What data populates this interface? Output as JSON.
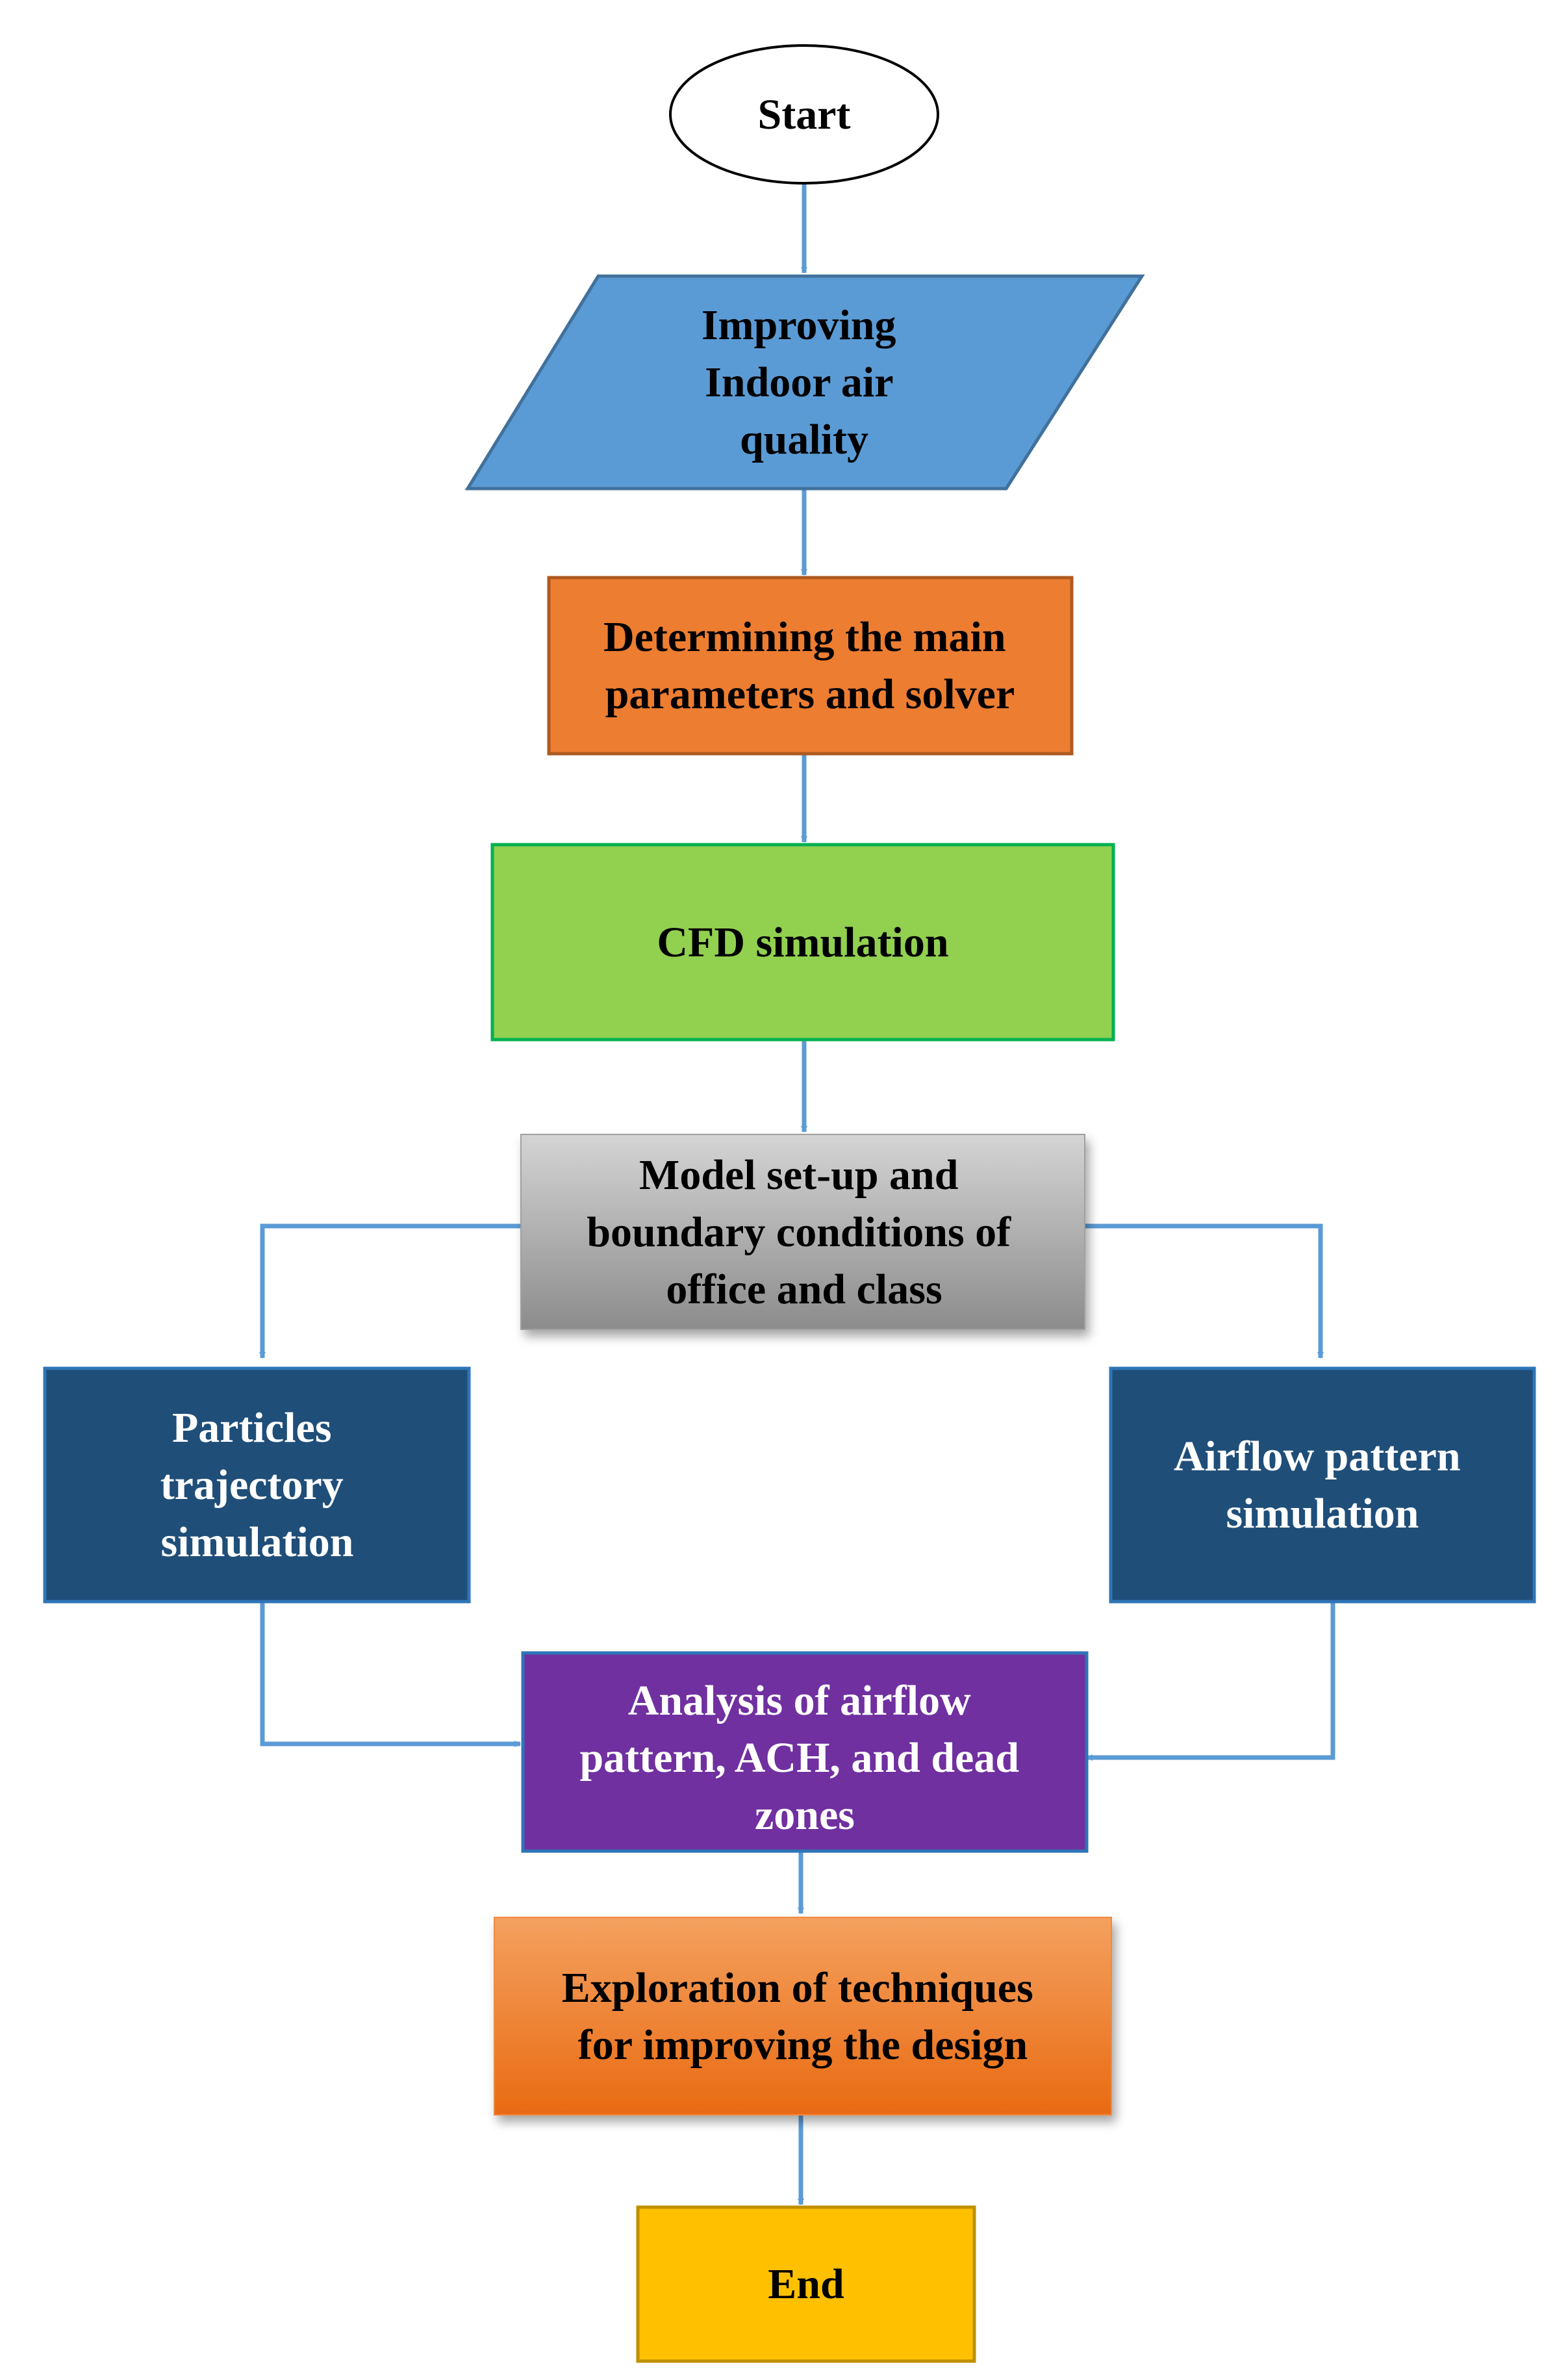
{
  "nodes": {
    "start": {
      "lines": [
        "Start"
      ]
    },
    "improving": {
      "lines": [
        "Improving",
        "Indoor air",
        "quality"
      ]
    },
    "determining": {
      "lines": [
        "Determining the main",
        "parameters and solver"
      ]
    },
    "cfd": {
      "lines": [
        "CFD simulation"
      ]
    },
    "model": {
      "lines": [
        "Model set-up and",
        "boundary conditions of",
        "office and class"
      ]
    },
    "particles": {
      "lines": [
        "Particles",
        "trajectory",
        "simulation"
      ]
    },
    "airflow": {
      "lines": [
        "Airflow pattern",
        "simulation"
      ]
    },
    "analysis": {
      "lines": [
        "Analysis of airflow",
        "pattern, ACH, and dead",
        "zones"
      ]
    },
    "exploration": {
      "lines": [
        "Exploration of techniques",
        "for improving the design"
      ]
    },
    "end": {
      "lines": [
        "End"
      ]
    }
  },
  "colors": {
    "arrow": "#5b9bd5",
    "improving_fill": "#5b9bd5",
    "determining_fill": "#ed7d31",
    "cfd_fill": "#92d050",
    "model_fill": "#a6a6a6",
    "process_dark_fill": "#1f4e79",
    "analysis_fill": "#7030a0",
    "exploration_fill": "#ee7828",
    "end_fill": "#ffc000",
    "text_dark": "#000000",
    "text_light": "#ffffff"
  }
}
